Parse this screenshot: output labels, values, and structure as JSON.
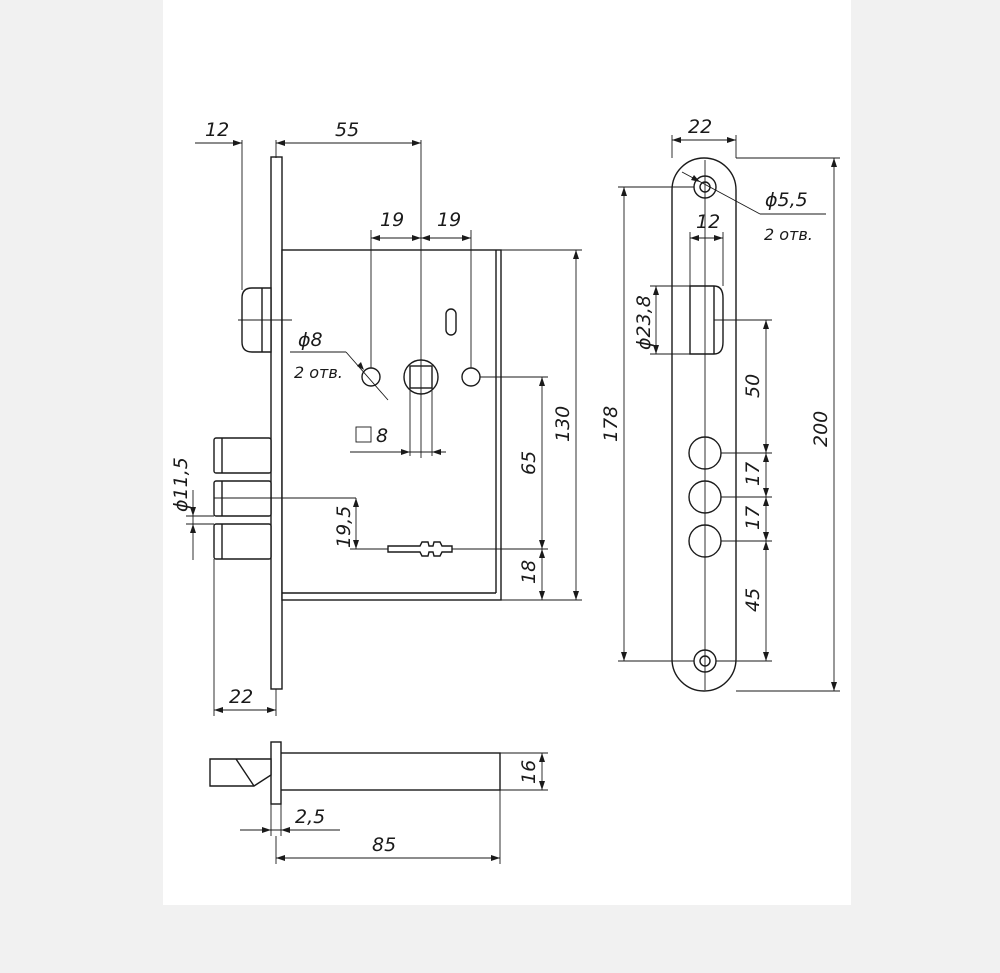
{
  "dimensions": {
    "faceplate_offset": "12",
    "backset": "55",
    "spindle_left": "19",
    "spindle_right": "19",
    "hole_diameter": "ϕ8",
    "hole_count": "2 отв.",
    "square_spindle": "8",
    "bolt_diameter": "ϕ11,5",
    "bolt_pitch": "19,5",
    "bolt_projection": "22",
    "center_distance": "65",
    "case_height": "130",
    "key_offset": "18",
    "strike_width": "22",
    "strike_hole_diameter": "ϕ5,5",
    "strike_hole_count": "2 отв.",
    "latch_opening_width": "12",
    "latch_opening_height": "ϕ23,8",
    "strike_screw_distance": "178",
    "strike_length": "200",
    "latch_to_bolt": "50",
    "bolt_step_1": "17",
    "bolt_step_2": "17",
    "bolt_to_screw": "45",
    "side_height": "16",
    "faceplate_thickness": "2,5",
    "lock_depth": "85"
  }
}
